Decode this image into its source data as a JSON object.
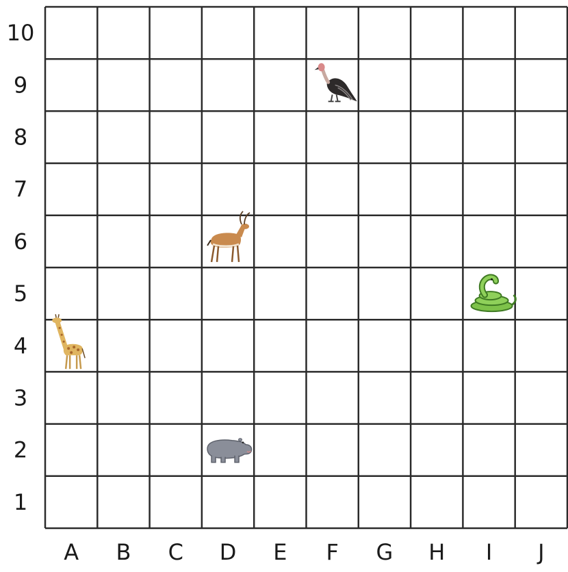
{
  "grid": {
    "columns": [
      "A",
      "B",
      "C",
      "D",
      "E",
      "F",
      "G",
      "H",
      "I",
      "J"
    ],
    "rows": [
      "1",
      "2",
      "3",
      "4",
      "5",
      "6",
      "7",
      "8",
      "9",
      "10"
    ],
    "line_color": "#2b2b2b",
    "label_color": "#1a1a1a"
  },
  "animals": [
    {
      "name": "vulture",
      "icon": "vulture-icon",
      "col": "F",
      "row": "9"
    },
    {
      "name": "antelope",
      "icon": "antelope-icon",
      "col": "D",
      "row": "6"
    },
    {
      "name": "snake",
      "icon": "snake-icon",
      "col": "I",
      "row": "5"
    },
    {
      "name": "giraffe",
      "icon": "giraffe-icon",
      "col": "A",
      "row": "4"
    },
    {
      "name": "hippo",
      "icon": "hippo-icon",
      "col": "D",
      "row": "2"
    }
  ]
}
